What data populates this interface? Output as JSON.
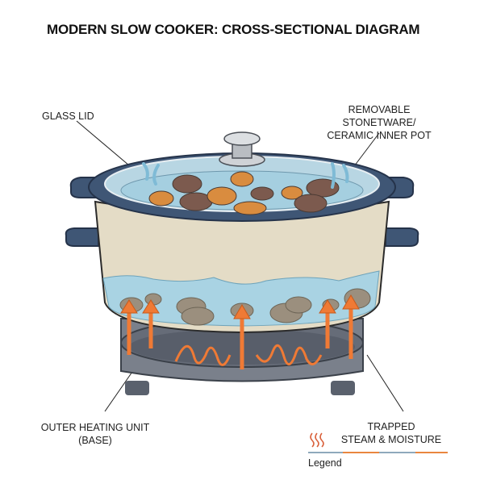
{
  "title": "MODERN SLOW COOKER: CROSS-SECTIONAL DIAGRAM",
  "labels": {
    "glass_lid": "GLASS LID",
    "inner_pot_line1": "REMOVABLE STONETWARE/",
    "inner_pot_line2": "CERAMIC INNER POT",
    "heating_unit_line1": "OUTER HEATING UNIT",
    "heating_unit_line2": "(BASE)",
    "steam_line1": "TRAPPED",
    "steam_line2": "STEAM & MOISTURE"
  },
  "legend": {
    "title": "Legend",
    "icon": "heat-wave-icon"
  },
  "colors": {
    "outer_body": "#3f5675",
    "inner_pot": "#e4dcc6",
    "liquid": "#a9d3e3",
    "heat": "#ef7a35",
    "base": "#6d7380",
    "food_brown": "#7c5a4e",
    "food_orange": "#d98c3f"
  }
}
